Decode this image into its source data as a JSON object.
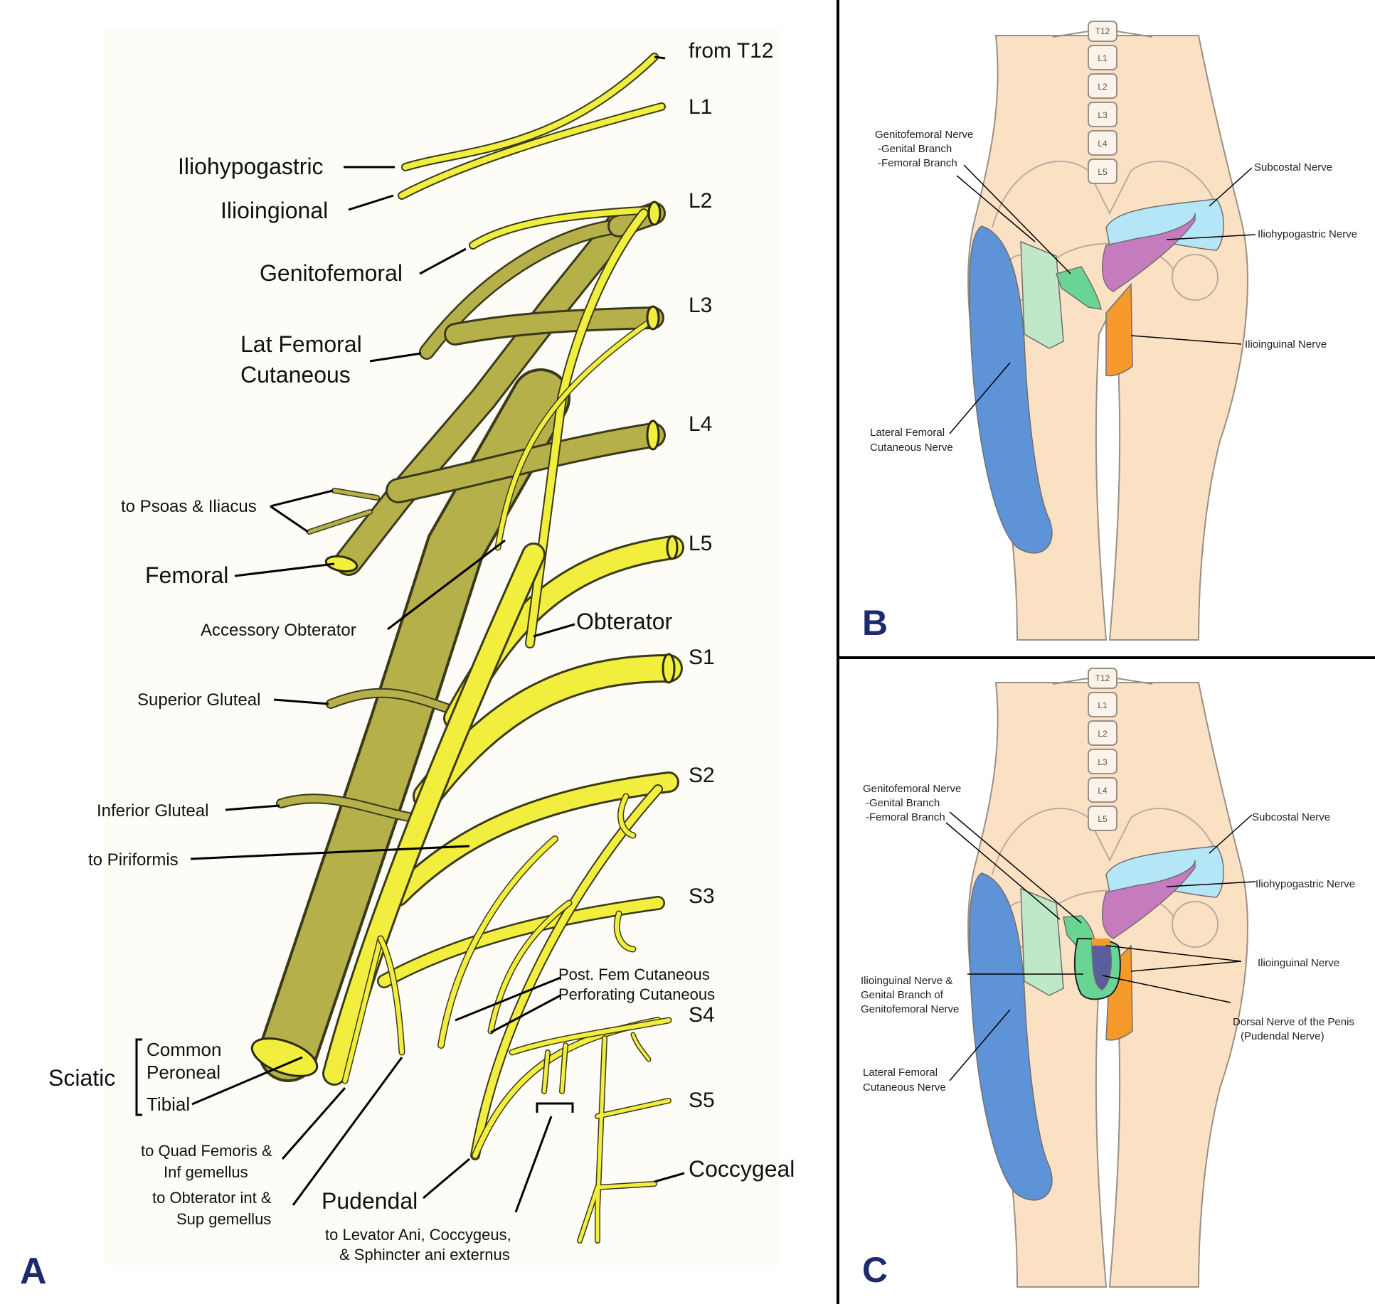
{
  "panels": {
    "a": {
      "letter": "A",
      "roots": [
        "from T12",
        "L1",
        "L2",
        "L3",
        "L4",
        "L5",
        "S1",
        "S2",
        "S3",
        "S4",
        "S5"
      ],
      "labels": {
        "iliohypogastric": "Iliohypogastric",
        "ilioingional": "Ilioingional",
        "genitofemoral": "Genitofemoral",
        "lat_fem_1": "Lat Femoral",
        "lat_fem_2": "Cutaneous",
        "psoas": "to Psoas & Iliacus",
        "femoral": "Femoral",
        "acc_obt": "Accessory Obterator",
        "obterator": "Obterator",
        "sup_glut": "Superior Gluteal",
        "inf_glut": "Inferior Gluteal",
        "piriformis": "to Piriformis",
        "post_fem": "Post. Fem Cutaneous",
        "perforating": "Perforating Cutaneous",
        "sciatic": "Sciatic",
        "common": "Common",
        "peroneal": "Peroneal",
        "tibial": "Tibial",
        "quad_1": "to Quad Femoris &",
        "quad_2": "Inf gemellus",
        "obt_int_1": "to Obterator int &",
        "obt_int_2": "Sup gemellus",
        "pudendal": "Pudendal",
        "levator_1": "to Levator Ani, Coccygeus,",
        "levator_2": "& Sphincter ani externus",
        "coccygeal": "Coccygeal"
      }
    },
    "b": {
      "letter": "B",
      "vertebrae": [
        "T12",
        "L1",
        "L2",
        "L3",
        "L4",
        "L5"
      ],
      "labels": {
        "genitofemoral_1": "Genitofemoral Nerve",
        "genitofemoral_2": "-Genital Branch",
        "genitofemoral_3": "-Femoral Branch",
        "subcostal": "Subcostal Nerve",
        "iliohypogastric": "Iliohypogastric Nerve",
        "ilioinguinal": "Ilioinguinal Nerve",
        "lat_fem_1": "Lateral Femoral",
        "lat_fem_2": "Cutaneous Nerve"
      }
    },
    "c": {
      "letter": "C",
      "vertebrae": [
        "T12",
        "L1",
        "L2",
        "L3",
        "L4",
        "L5"
      ],
      "labels": {
        "genitofemoral_1": "Genitofemoral Nerve",
        "genitofemoral_2": "-Genital Branch",
        "genitofemoral_3": "-Femoral Branch",
        "subcostal": "Subcostal Nerve",
        "iliohypogastric": "Iliohypogastric Nerve",
        "ilioinguinal": "Ilioinguinal Nerve",
        "combo_1": "Ilioinguinal Nerve &",
        "combo_2": "Genital Branch of",
        "combo_3": "Genitofemoral Nerve",
        "dorsal_1": "Dorsal Nerve of the Penis",
        "dorsal_2": "(Pudendal Nerve)",
        "lat_fem_1": "Lateral Femoral",
        "lat_fem_2": "Cutaneous Nerve"
      }
    }
  },
  "colors": {
    "nerve_bright": "#f2ee3e",
    "nerve_olive": "#b6b04a",
    "nerve_outline": "#3a3a1a",
    "skin": "#fbe1c4",
    "skin_outline": "#9a8f86",
    "lat_fem": "#5f93d7",
    "genitofemoral_fem": "#bfe8c9",
    "genitofemoral_gen": "#69d493",
    "subcostal": "#b4e6f7",
    "iliohypogastric": "#c77bbf",
    "ilioinguinal": "#f59a2b",
    "pudendal": "#5b5e9c",
    "letter": "#1c2a6e",
    "divider": "#000000"
  }
}
